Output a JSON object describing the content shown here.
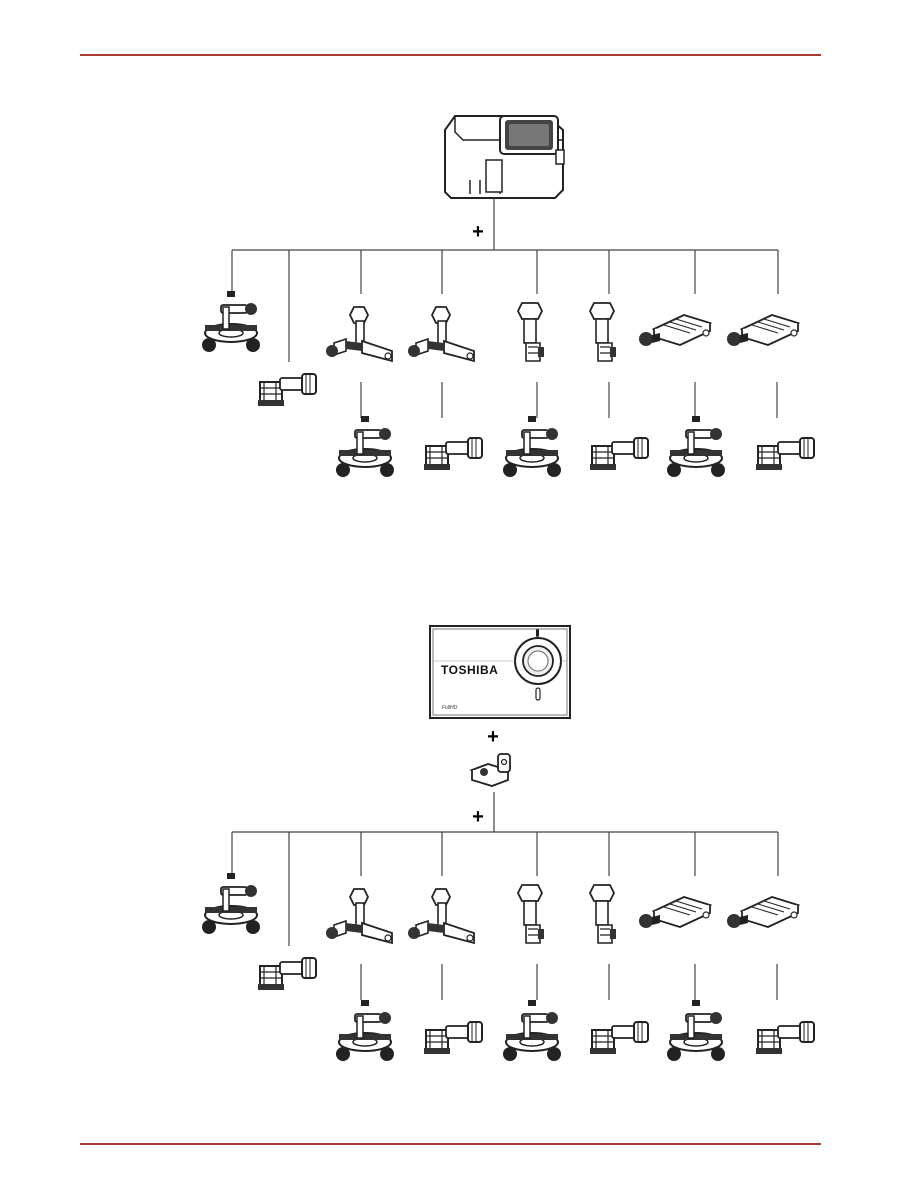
{
  "page": {
    "accent_color": "#a83a32"
  },
  "diagram_top": {
    "camera": "camera-in-waterproof-case",
    "plus_sign": "+"
  },
  "diagram_bottom": {
    "camera": "camera-front",
    "camera_brand": "TOSHIBA",
    "camera_small_text": "FullHD",
    "plus_sign_1": "+",
    "adapter": "tripod-adapter",
    "plus_sign_2": "+"
  },
  "mount_icons": {
    "upper_row": [
      "handlebar-mount",
      "buckle-mount",
      "pivot-arm-long",
      "pivot-arm-long",
      "short-pivot-arm",
      "short-pivot-arm",
      "extension-arm",
      "extension-arm"
    ],
    "lower_row": [
      "handlebar-mount",
      "buckle-mount",
      "handlebar-mount",
      "buckle-mount",
      "handlebar-mount",
      "buckle-mount"
    ]
  }
}
